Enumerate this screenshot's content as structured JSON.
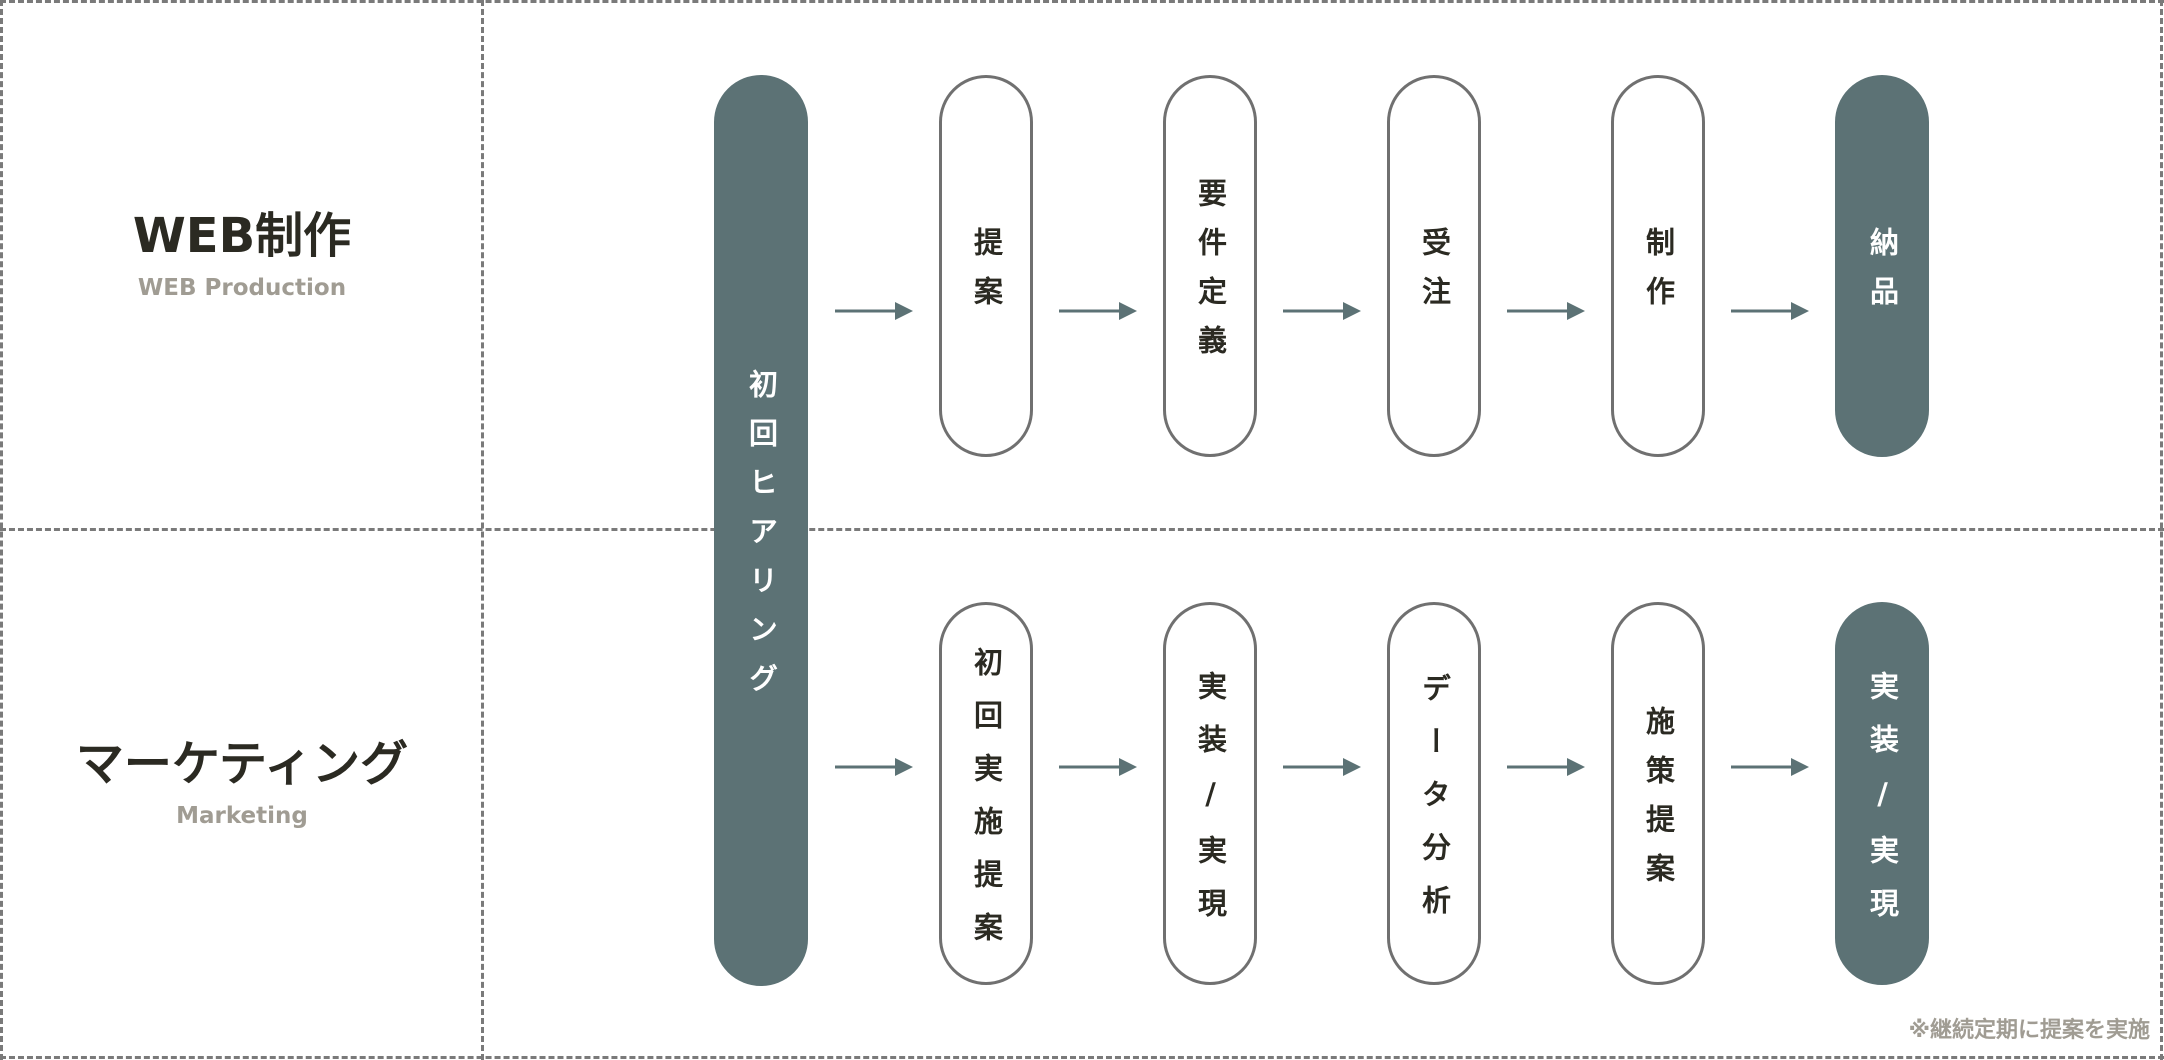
{
  "rows": [
    {
      "title": "WEB制作",
      "subtitle": "WEB Production"
    },
    {
      "title": "マーケティング",
      "subtitle": "Marketing"
    }
  ],
  "shared_step": {
    "label": "初回ヒアリング",
    "style": "filled"
  },
  "web_steps": [
    {
      "label": "提案",
      "style": "outline"
    },
    {
      "label": "要件定義",
      "style": "outline"
    },
    {
      "label": "受注",
      "style": "outline"
    },
    {
      "label": "制作",
      "style": "outline"
    },
    {
      "label": "納品",
      "style": "filled"
    }
  ],
  "marketing_steps": [
    {
      "label": "初回実施提案",
      "style": "outline"
    },
    {
      "label": "実装/実現",
      "style": "outline"
    },
    {
      "label": "データ分析",
      "style": "outline"
    },
    {
      "label": "施策提案",
      "style": "outline"
    },
    {
      "label": "実装/実現",
      "style": "filled"
    }
  ],
  "note": "※継続定期に提案を実施",
  "colors": {
    "filled": "#5c7275",
    "outline": "#707070",
    "arrow": "#5c7275",
    "text_dark": "#2b2a22",
    "text_muted": "#a09c93",
    "gridline": "#7a7a7a"
  }
}
